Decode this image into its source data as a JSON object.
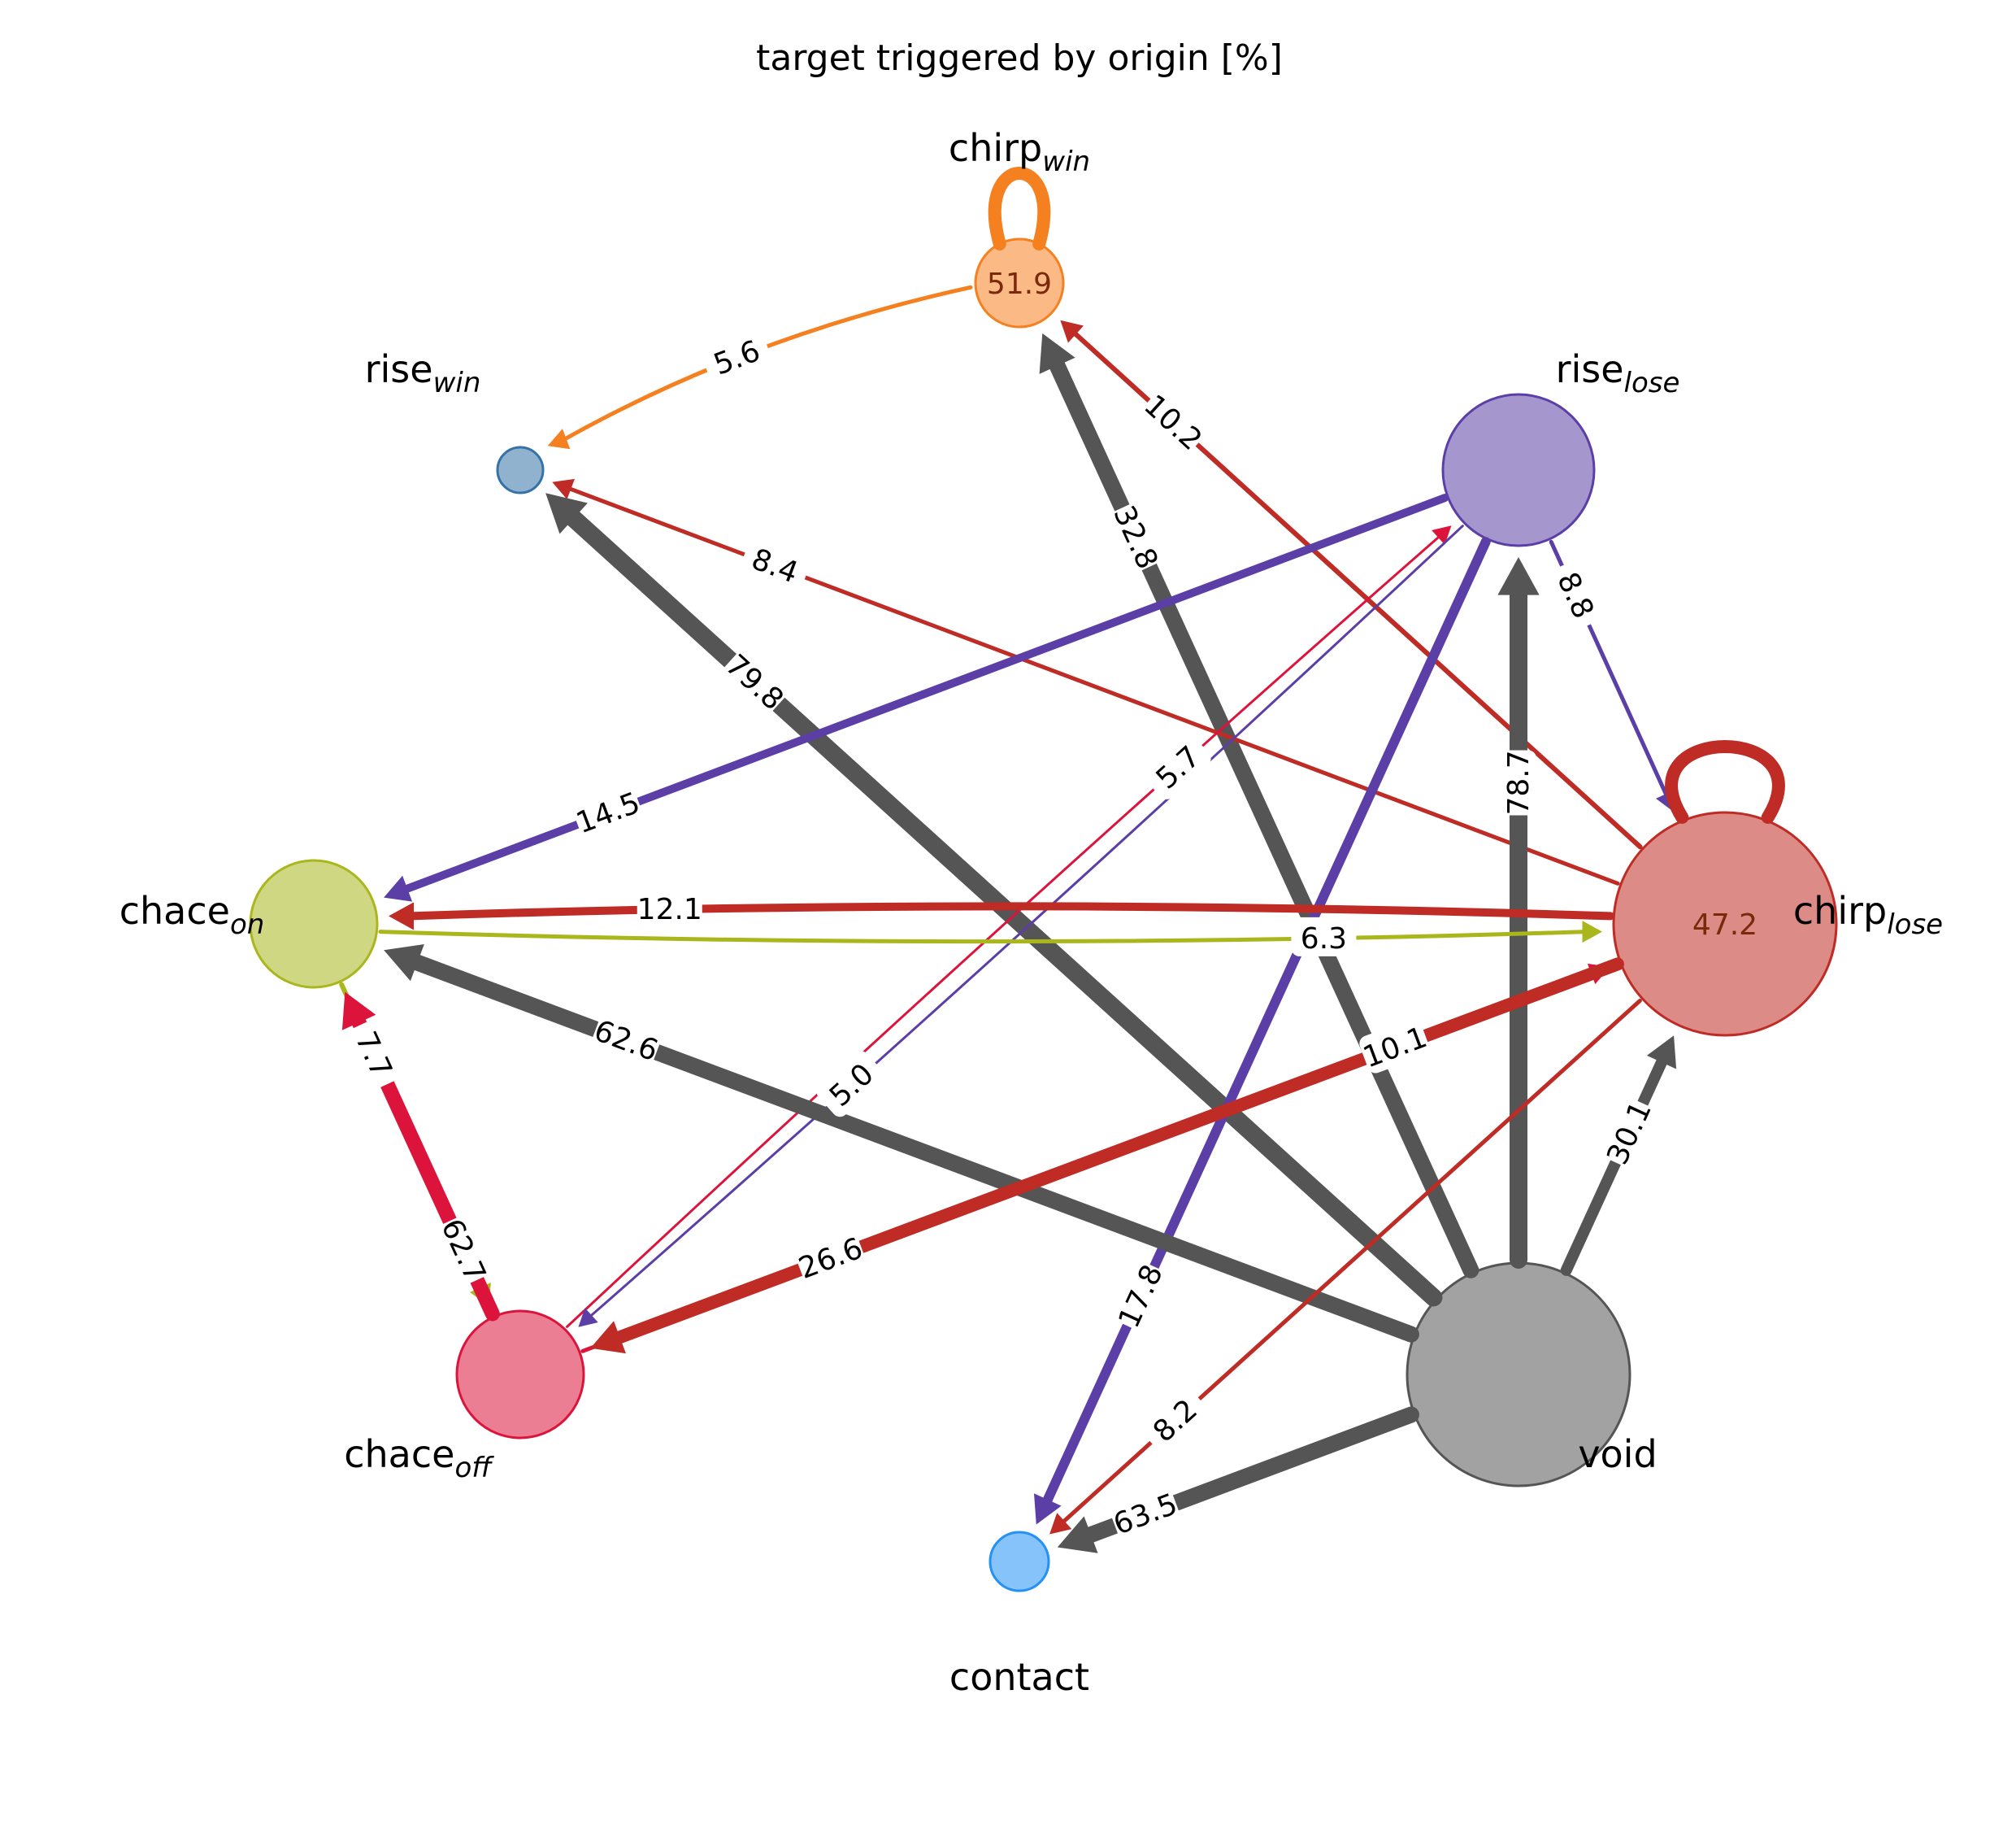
{
  "title": "target triggered by origin [%]",
  "nodes": [
    {
      "id": "chirp_win",
      "base": "chirp",
      "sub": "win",
      "color": "#f58020",
      "self_loop": "51.9"
    },
    {
      "id": "rise_win",
      "base": "rise",
      "sub": "win",
      "color": "#3572a8"
    },
    {
      "id": "rise_lose",
      "base": "rise",
      "sub": "lose",
      "color": "#5b3fa6"
    },
    {
      "id": "chace_on",
      "base": "chace",
      "sub": "on",
      "color": "#a9b71c"
    },
    {
      "id": "chirp_lose",
      "base": "chirp",
      "sub": "lose",
      "color": "#bf2b25",
      "self_loop": "47.2"
    },
    {
      "id": "chace_off",
      "base": "chace",
      "sub": "off",
      "color": "#dc143c"
    },
    {
      "id": "void",
      "base": "void",
      "sub": "",
      "color": "#555555"
    },
    {
      "id": "contact",
      "base": "contact",
      "sub": "",
      "color": "#2391f5"
    }
  ],
  "edges": [
    {
      "from": "chirp_win",
      "to": "rise_win",
      "label": "5.6"
    },
    {
      "from": "chirp_lose",
      "to": "chirp_win",
      "label": "10.2"
    },
    {
      "from": "void",
      "to": "chirp_win",
      "label": "32.8"
    },
    {
      "from": "chirp_lose",
      "to": "rise_win",
      "label": "8.4"
    },
    {
      "from": "void",
      "to": "rise_win",
      "label": "79.8"
    },
    {
      "from": "rise_lose",
      "to": "chace_on",
      "label": "14.5"
    },
    {
      "from": "chace_off",
      "to": "rise_lose",
      "label": "5.7"
    },
    {
      "from": "rise_lose",
      "to": "chace_off",
      "label": "5.0"
    },
    {
      "from": "void",
      "to": "rise_lose",
      "label": "78.7"
    },
    {
      "from": "rise_lose",
      "to": "chirp_lose",
      "label": "8.8"
    },
    {
      "from": "rise_lose",
      "to": "contact",
      "label": "17.8"
    },
    {
      "from": "chirp_lose",
      "to": "chace_on",
      "label": "12.1"
    },
    {
      "from": "chace_on",
      "to": "chirp_lose",
      "label": "6.3"
    },
    {
      "from": "void",
      "to": "chace_on",
      "label": "62.6"
    },
    {
      "from": "chace_on",
      "to": "chace_off",
      "label": "7.7"
    },
    {
      "from": "chace_off",
      "to": "chace_on",
      "label": "62.7"
    },
    {
      "from": "chace_off",
      "to": "chirp_lose",
      "label": "10.1"
    },
    {
      "from": "chirp_lose",
      "to": "chace_off",
      "label": "26.6"
    },
    {
      "from": "void",
      "to": "chirp_lose",
      "label": "30.1"
    },
    {
      "from": "chirp_lose",
      "to": "contact",
      "label": "8.2"
    },
    {
      "from": "void",
      "to": "contact",
      "label": "63.5"
    }
  ]
}
